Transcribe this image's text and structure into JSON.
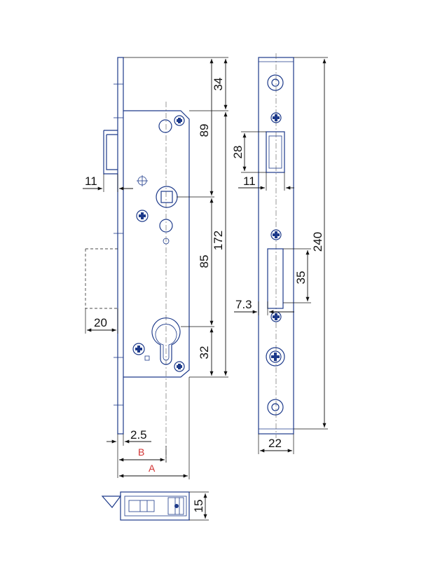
{
  "dimensions": {
    "d34": "34",
    "d89": "89",
    "d172": "172",
    "d85": "85",
    "d32": "32",
    "d11_left": "11",
    "d20": "20",
    "d2_5": "2.5",
    "dB": "B",
    "dA": "A",
    "d28": "28",
    "d11_right": "11",
    "d240": "240",
    "d35": "35",
    "d7_3": "7.3",
    "d22": "22",
    "d15": "15"
  },
  "colors": {
    "drawing_lines": "#1d3a8a",
    "dimension_lines": "#111111",
    "highlight_labels": "#d23232"
  }
}
